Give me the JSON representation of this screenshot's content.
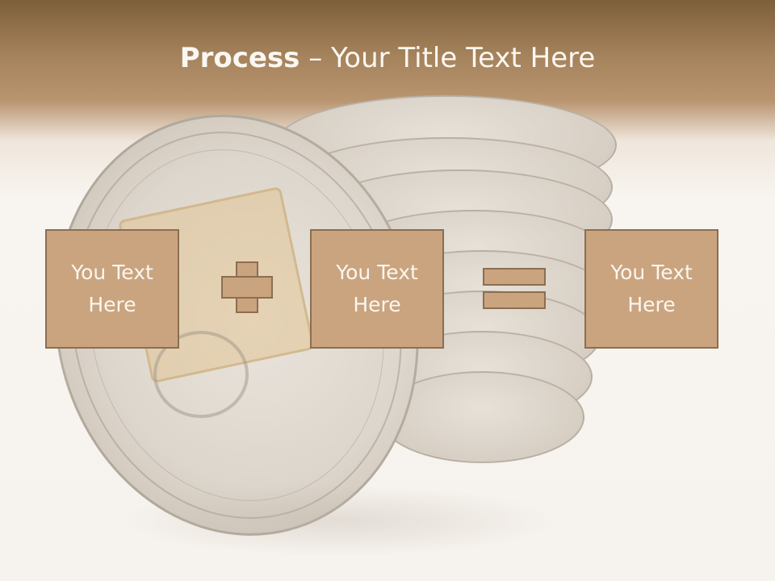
{
  "slide": {
    "title_bold": "Process",
    "title_rest": " – Your Title Text Here"
  },
  "boxes": [
    {
      "text_line1": "You Text",
      "text_line2": "Here"
    },
    {
      "text_line1": "You Text",
      "text_line2": "Here"
    },
    {
      "text_line1": "You Text",
      "text_line2": "Here"
    }
  ],
  "colors": {
    "box_fill": "#c9a47f",
    "box_border": "#8c6e50",
    "header_brown": "#8a6a44",
    "text": "#fbf6ef"
  },
  "icons": [
    "plus-sign-icon",
    "equals-sign-icon"
  ]
}
